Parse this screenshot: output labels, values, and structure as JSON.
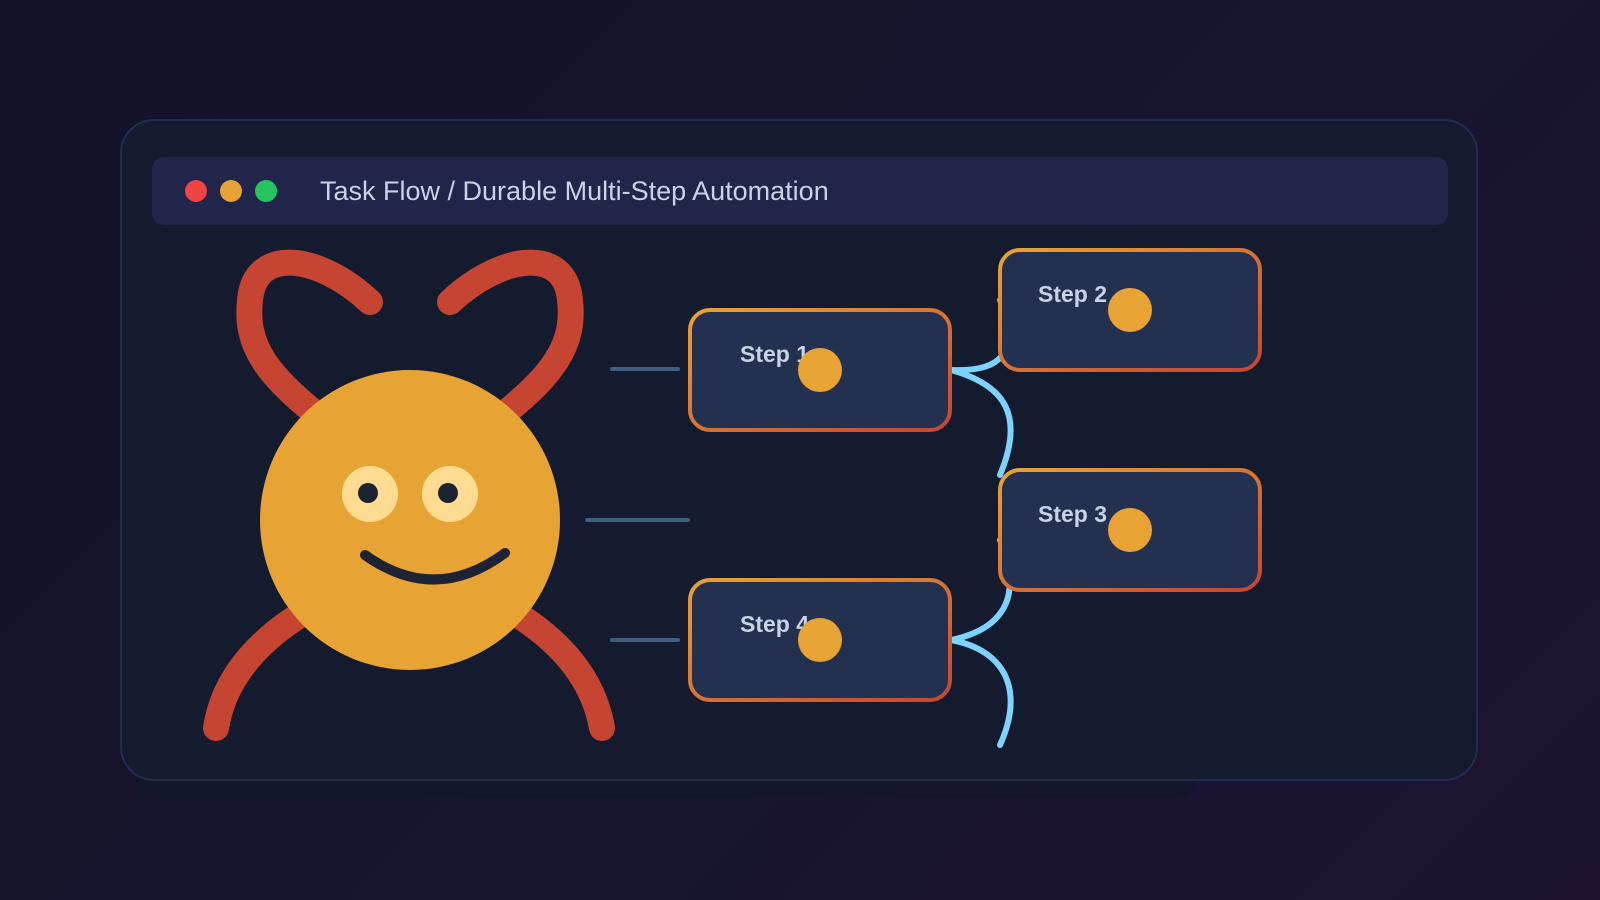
{
  "window": {
    "title": "Task Flow / Durable Multi-Step Automation",
    "controls": [
      {
        "name": "close",
        "color": "#ef4444"
      },
      {
        "name": "minimize",
        "color": "#e8a135"
      },
      {
        "name": "maximize",
        "color": "#22c55e"
      }
    ]
  },
  "mascot": {
    "icon": "smiling-octopus-mascot-icon",
    "body_color": "#e8a335",
    "arm_color": "#c54432",
    "eye_color": "#ffdc92",
    "pupil_color": "#1e2333"
  },
  "steps": [
    {
      "label": "Step 1"
    },
    {
      "label": "Step 2"
    },
    {
      "label": "Step 3"
    },
    {
      "label": "Step 4"
    }
  ],
  "colors": {
    "step_fill": "#233050",
    "step_border_start": "#e8a335",
    "step_border_end": "#c54432",
    "step_dot": "#e8a335",
    "connector": "#7dd3fc",
    "tick": "#3f5e80"
  }
}
